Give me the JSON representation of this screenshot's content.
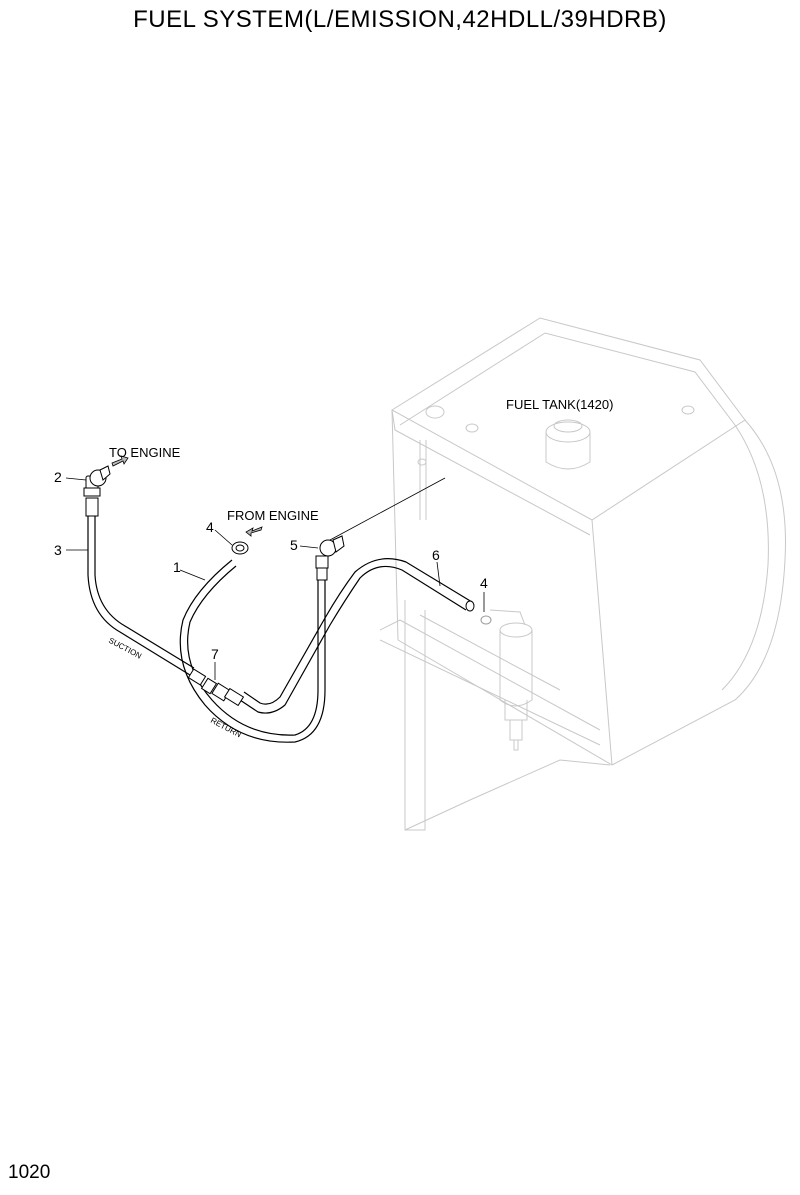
{
  "title": "FUEL SYSTEM(L/EMISSION,42HDLL/39HDRB)",
  "page_number": "1020",
  "annotations": {
    "to_engine": "TO ENGINE",
    "from_engine": "FROM ENGINE",
    "fuel_tank": "FUEL TANK(1420)",
    "suction": "SUCTION",
    "return": "RETURN"
  },
  "callouts": {
    "c1": "1",
    "c2": "2",
    "c3": "3",
    "c4a": "4",
    "c4b": "4",
    "c5": "5",
    "c6": "6",
    "c7": "7"
  }
}
